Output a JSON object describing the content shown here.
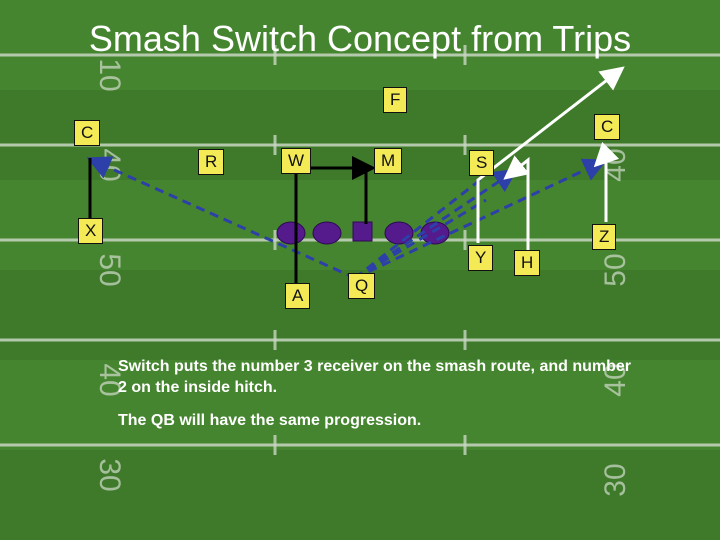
{
  "title": "Smash Switch Concept from Trips",
  "colors": {
    "field": "#3e7a2a",
    "field_stripe": "#46852f",
    "yard_line": "#c9d7c3",
    "defender_box": "#f3ea55",
    "offense_player": "#551a8b",
    "center_block": "#551a8b",
    "route_solid": "#ffffff",
    "route_dashed": "#2d3fa8",
    "block_line": "#000000"
  },
  "yard_numbers": [
    "40",
    "50",
    "40",
    "30",
    "10"
  ],
  "defense": {
    "F": "F",
    "C_left": "C",
    "C_right": "C",
    "R": "R",
    "W": "W",
    "M": "M",
    "S": "S"
  },
  "offense": {
    "X": "X",
    "Y": "Y",
    "H": "H",
    "Z": "Z",
    "A": "A",
    "Q": "Q"
  },
  "notes": {
    "line1": "Switch puts the number 3 receiver on the smash route, and number 2 on the inside hitch.",
    "line2": "The QB will have the same progression."
  }
}
